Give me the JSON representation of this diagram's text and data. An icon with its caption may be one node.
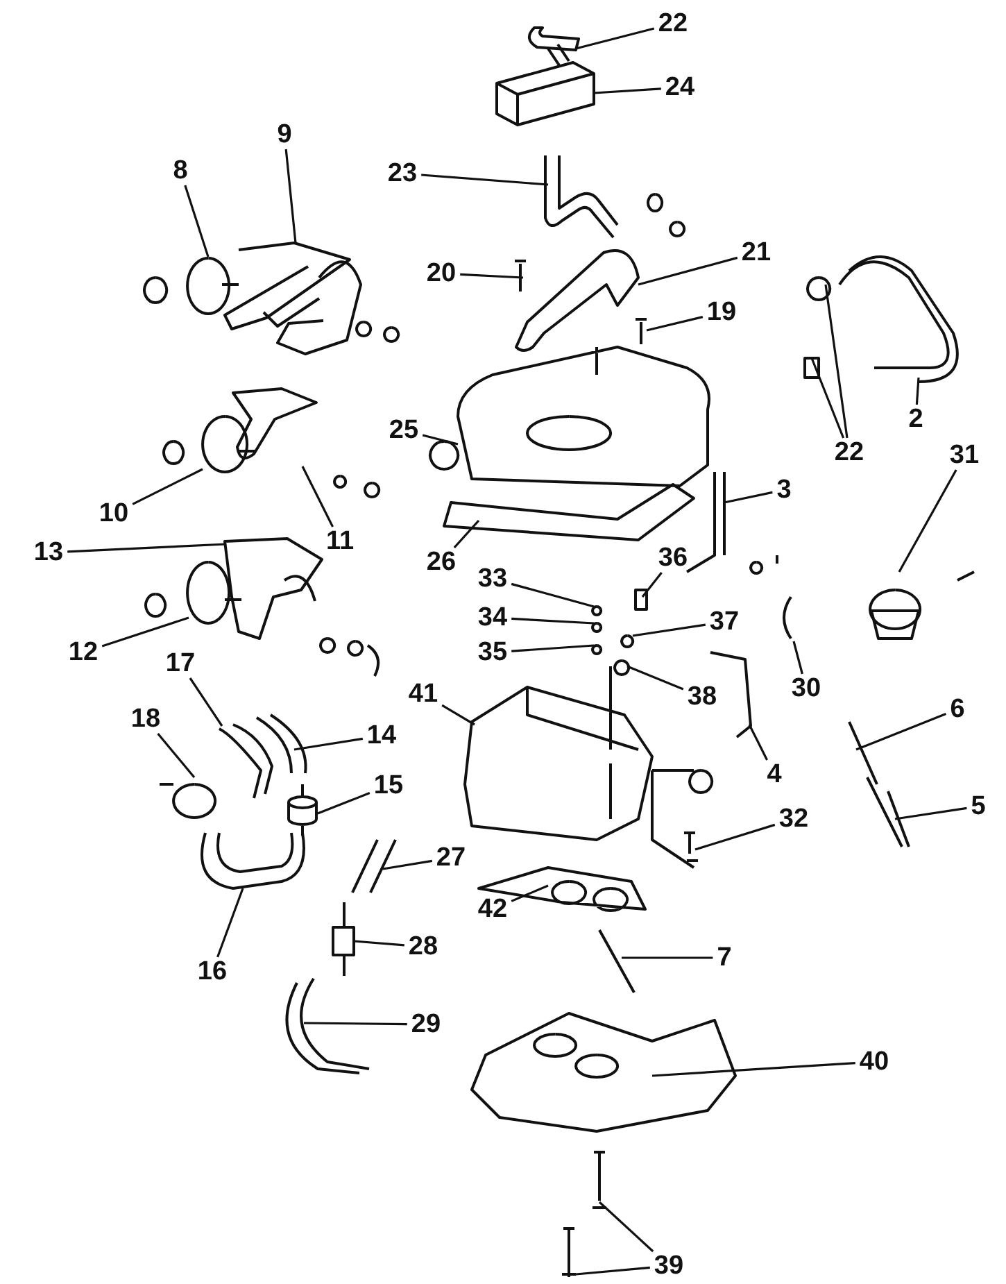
{
  "diagram": {
    "nodes": [
      {
        "text": [
          "22"
        ]
      },
      {
        "text": [
          "24"
        ]
      },
      {
        "text": [
          "9"
        ]
      },
      {
        "text": [
          "8"
        ]
      },
      {
        "text": [
          "23"
        ]
      },
      {
        "text": [
          "20"
        ]
      },
      {
        "text": [
          "21"
        ]
      },
      {
        "text": [
          "19"
        ]
      },
      {
        "text": [
          "2"
        ]
      },
      {
        "text": [
          "22"
        ]
      },
      {
        "text": [
          "25"
        ]
      },
      {
        "text": [
          "10"
        ]
      },
      {
        "text": [
          "11"
        ]
      },
      {
        "text": [
          "31"
        ]
      },
      {
        "text": [
          "3"
        ]
      },
      {
        "text": [
          "26"
        ]
      },
      {
        "text": [
          "13"
        ]
      },
      {
        "text": [
          "36"
        ]
      },
      {
        "text": [
          "33"
        ]
      },
      {
        "text": [
          "34"
        ]
      },
      {
        "text": [
          "37"
        ]
      },
      {
        "text": [
          "12"
        ]
      },
      {
        "text": [
          "35"
        ]
      },
      {
        "text": [
          "17"
        ]
      },
      {
        "text": [
          "30"
        ]
      },
      {
        "text": [
          "38"
        ]
      },
      {
        "text": [
          "41"
        ]
      },
      {
        "text": [
          "6"
        ]
      },
      {
        "text": [
          "18"
        ]
      },
      {
        "text": [
          "14"
        ]
      },
      {
        "text": [
          "4"
        ]
      },
      {
        "text": [
          "15"
        ]
      },
      {
        "text": [
          "32"
        ]
      },
      {
        "text": [
          "5"
        ]
      },
      {
        "text": [
          "27"
        ]
      },
      {
        "text": [
          "42"
        ]
      },
      {
        "text": [
          "28"
        ]
      },
      {
        "text": [
          "16"
        ]
      },
      {
        "text": [
          "7"
        ]
      },
      {
        "text": [
          "29"
        ]
      },
      {
        "text": [
          "40"
        ]
      },
      {
        "text": [
          "39"
        ]
      }
    ],
    "edges": [
      {
        "from": 0,
        "to": null,
        "arrow": "none"
      },
      {
        "from": 1,
        "to": null,
        "arrow": "none"
      },
      {
        "from": 2,
        "to": null,
        "arrow": "none"
      },
      {
        "from": 3,
        "to": null,
        "arrow": "none"
      },
      {
        "from": 4,
        "to": null,
        "arrow": "none"
      },
      {
        "from": 5,
        "to": null,
        "arrow": "none"
      },
      {
        "from": 6,
        "to": null,
        "arrow": "none"
      },
      {
        "from": 7,
        "to": null,
        "arrow": "none"
      },
      {
        "from": 8,
        "to": null,
        "arrow": "none"
      },
      {
        "from": 9,
        "to": null,
        "arrow": "none"
      },
      {
        "from": 9,
        "to": null,
        "arrow": "none"
      },
      {
        "from": 10,
        "to": null,
        "arrow": "none"
      },
      {
        "from": 11,
        "to": null,
        "arrow": "none"
      },
      {
        "from": 12,
        "to": null,
        "arrow": "none"
      },
      {
        "from": 13,
        "to": null,
        "arrow": "none"
      },
      {
        "from": 14,
        "to": null,
        "arrow": "none"
      },
      {
        "from": 15,
        "to": null,
        "arrow": "none"
      },
      {
        "from": 16,
        "to": null,
        "arrow": "none"
      },
      {
        "from": 17,
        "to": null,
        "arrow": "none"
      },
      {
        "from": 18,
        "to": null,
        "arrow": "none"
      },
      {
        "from": 19,
        "to": null,
        "arrow": "none"
      },
      {
        "from": 20,
        "to": null,
        "arrow": "none"
      },
      {
        "from": 21,
        "to": null,
        "arrow": "none"
      },
      {
        "from": 22,
        "to": null,
        "arrow": "none"
      },
      {
        "from": 23,
        "to": null,
        "arrow": "none"
      },
      {
        "from": 24,
        "to": null,
        "arrow": "none"
      },
      {
        "from": 25,
        "to": null,
        "arrow": "none"
      },
      {
        "from": 26,
        "to": null,
        "arrow": "none"
      },
      {
        "from": 27,
        "to": null,
        "arrow": "none"
      },
      {
        "from": 28,
        "to": null,
        "arrow": "none"
      },
      {
        "from": 29,
        "to": null,
        "arrow": "none"
      },
      {
        "from": 30,
        "to": null,
        "arrow": "none"
      },
      {
        "from": 31,
        "to": null,
        "arrow": "none"
      },
      {
        "from": 32,
        "to": null,
        "arrow": "none"
      },
      {
        "from": 33,
        "to": null,
        "arrow": "none"
      },
      {
        "from": 34,
        "to": null,
        "arrow": "none"
      },
      {
        "from": 35,
        "to": null,
        "arrow": "none"
      },
      {
        "from": 36,
        "to": null,
        "arrow": "none"
      },
      {
        "from": 37,
        "to": null,
        "arrow": "none"
      },
      {
        "from": 38,
        "to": null,
        "arrow": "none"
      },
      {
        "from": 39,
        "to": null,
        "arrow": "none"
      },
      {
        "from": 40,
        "to": null,
        "arrow": "none"
      },
      {
        "from": 41,
        "to": null,
        "arrow": "none"
      },
      {
        "from": 41,
        "to": null,
        "arrow": "none"
      }
    ]
  }
}
